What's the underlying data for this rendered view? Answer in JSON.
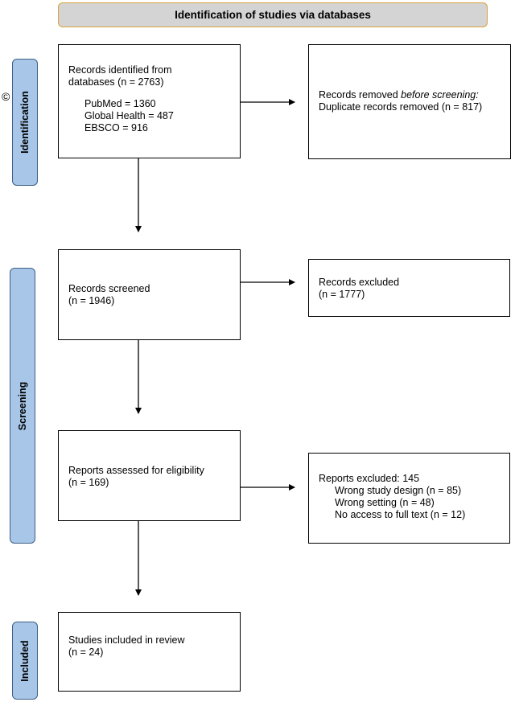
{
  "header": {
    "title": "Identification of studies via databases"
  },
  "phases": {
    "identification": "Identification",
    "screening": "Screening",
    "included": "Included"
  },
  "identification": {
    "records_line1": "Records identified from",
    "records_line2": "databases (n = 2763)",
    "sources": [
      "PubMed = 1360",
      "Global Health = 487",
      "EBSCO = 916"
    ],
    "removed_prefix": "Records removed ",
    "removed_italic": "before screening:",
    "removed_line2": "Duplicate records removed (n = 817)"
  },
  "screening": {
    "screened_line1": "Records screened",
    "screened_line2": "(n = 1946)",
    "excluded_line1": "Records excluded",
    "excluded_line2": "(n = 1777)",
    "assessed_line1": "Reports assessed for eligibility",
    "assessed_line2": "(n = 169)",
    "reports_excluded_title": "Reports excluded: 145",
    "reports_excluded_reasons": [
      "Wrong study design (n = 85)",
      "Wrong setting (n = 48)",
      "No access to full text (n = 12)"
    ]
  },
  "included": {
    "line1": "Studies included in review",
    "line2": "(n = 24)"
  },
  "colors": {
    "header_fill": "#d4d4d4",
    "header_border": "#d9a23a",
    "phase_fill": "#a7c6e8",
    "phase_border": "#3e5f86"
  }
}
